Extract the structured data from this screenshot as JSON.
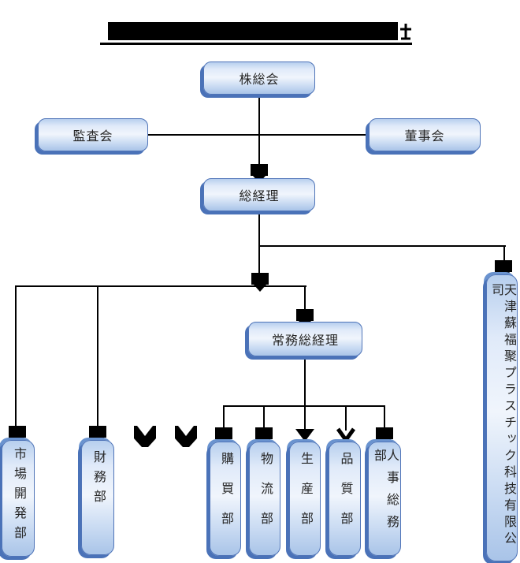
{
  "chart_data": {
    "type": "org-chart",
    "title": "(redacted black bar)",
    "nodes": [
      {
        "id": "shareholders",
        "label": "株総会",
        "level": 1
      },
      {
        "id": "audit_board",
        "label": "監査会",
        "level": 2
      },
      {
        "id": "board_of_directors",
        "label": "董事会",
        "level": 2
      },
      {
        "id": "general_manager",
        "label": "総経理",
        "level": 3
      },
      {
        "id": "managing_general_manager",
        "label": "常務総経理",
        "level": 4
      },
      {
        "id": "market_development_dept",
        "label": "市場開発部",
        "level": 5
      },
      {
        "id": "finance_dept",
        "label": "財務部",
        "level": 5
      },
      {
        "id": "purchasing_dept",
        "label": "購買部",
        "level": 5
      },
      {
        "id": "logistics_dept",
        "label": "物流部",
        "level": 5
      },
      {
        "id": "production_dept",
        "label": "生産部",
        "level": 5
      },
      {
        "id": "quality_dept",
        "label": "品質部",
        "level": 5
      },
      {
        "id": "hr_general_affairs_dept",
        "label": "人事総務部",
        "level": 5
      },
      {
        "id": "subsidiary_company",
        "label": "天津蘇福聚プラスチック科技有限公司",
        "level": 4
      }
    ],
    "edges": [
      [
        "shareholders",
        "general_manager"
      ],
      [
        "shareholders",
        "audit_board"
      ],
      [
        "shareholders",
        "board_of_directors"
      ],
      [
        "general_manager",
        "subsidiary_company"
      ],
      [
        "general_manager",
        "market_development_dept"
      ],
      [
        "general_manager",
        "finance_dept"
      ],
      [
        "general_manager",
        "managing_general_manager"
      ],
      [
        "managing_general_manager",
        "purchasing_dept"
      ],
      [
        "managing_general_manager",
        "logistics_dept"
      ],
      [
        "managing_general_manager",
        "production_dept"
      ],
      [
        "managing_general_manager",
        "quality_dept"
      ],
      [
        "managing_general_manager",
        "hr_general_affairs_dept"
      ]
    ]
  },
  "nodes": {
    "shareholders": "株総会",
    "audit_board": "監査会",
    "board_of_directors": "董事会",
    "general_manager": "総経理",
    "managing_general_manager": "常務総経理",
    "market_development_dept": "市場開発部",
    "finance_dept": "財務部",
    "purchasing_dept": "購買部",
    "logistics_dept": "物流部",
    "production_dept": "生産部",
    "quality_dept": "品質部",
    "hr_general_affairs_dept": "人事総務部",
    "subsidiary_company": "天津蘇福聚プラスチック科技有限公司"
  },
  "icons": {
    "redacted_title_bar": "black-redaction-bar",
    "square_arrowhead": "black-square-with-triangle-tip",
    "triangle_arrowhead": "solid-black-triangle",
    "chevron_arrowhead": "thick-open-v-chevron",
    "notched_arrow_glyph": "black-square-with-white-v-notch"
  },
  "colors": {
    "box_border": "#4f74b8",
    "box_shadow": "#4a72b8",
    "box_fill_top": "#b7cfee",
    "box_fill_mid": "#f0f5fc",
    "box_fill_bottom": "#a9c4e8",
    "connector": "#000000",
    "background": "#ffffff"
  }
}
